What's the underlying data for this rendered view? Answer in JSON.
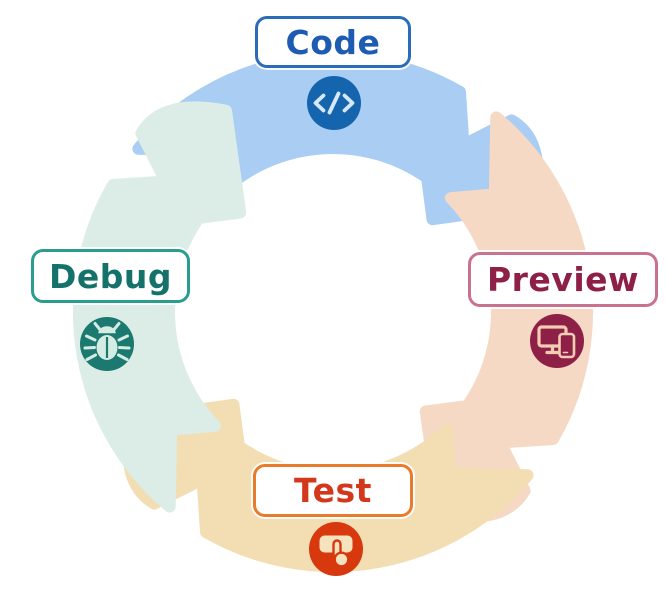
{
  "diagram": {
    "type": "cycle",
    "direction": "clockwise",
    "background": "#ffffff",
    "steps": [
      {
        "label": "Code",
        "icon": "code-brackets-icon",
        "arrow_color": "#a9cdf3",
        "box_border": "#2b6cb8",
        "text_color": "#1d5cb2",
        "icon_bg": "#1565ae",
        "icon_fg": "#d6e8fa"
      },
      {
        "label": "Preview",
        "icon": "devices-icon",
        "arrow_color": "#f6d9c4",
        "box_border": "#c9728f",
        "text_color": "#8e2048",
        "icon_bg": "#8e2048",
        "icon_fg": "#f2cdb2"
      },
      {
        "label": "Test",
        "icon": "tap-icon",
        "arrow_color": "#f2deb2",
        "box_border": "#e87c2c",
        "text_color": "#d4381c",
        "icon_bg": "#d8380e",
        "icon_fg": "#f5e3bd"
      },
      {
        "label": "Debug",
        "icon": "bug-icon",
        "arrow_color": "#dcede7",
        "box_border": "#2a9d8f",
        "text_color": "#15726a",
        "icon_bg": "#1c796f",
        "icon_fg": "#d5ece4"
      }
    ]
  }
}
